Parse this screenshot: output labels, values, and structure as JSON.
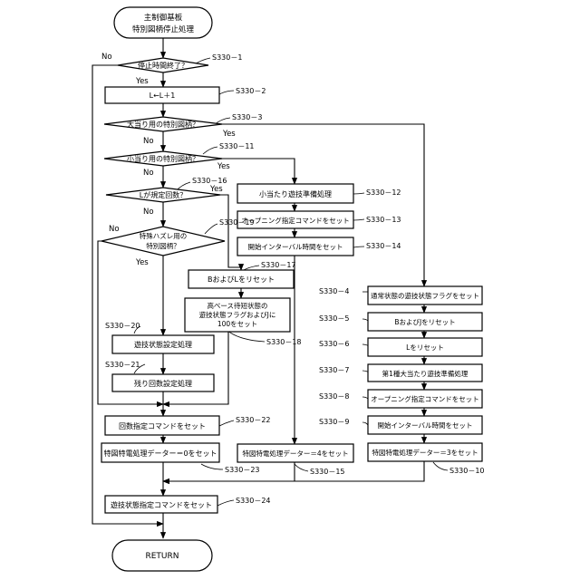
{
  "start": {
    "line1": "主制御基板",
    "line2": "特別図柄停止処理"
  },
  "end": {
    "label": "RETURN"
  },
  "branch": {
    "yes": "Yes",
    "no": "No"
  },
  "decisions": {
    "d1": {
      "text": "停止時間終了？",
      "step": "S330－1"
    },
    "d3": {
      "text": "大当り用の特別図柄？",
      "step": "S330－3"
    },
    "d11": {
      "text": "小当り用の特別図柄？",
      "step": "S330－11"
    },
    "d16": {
      "text": "Lが規定回数？",
      "step": "S330－16"
    },
    "d19": {
      "line1": "特殊ハズレ用の",
      "line2": "特別図柄？",
      "step": "S330－19"
    }
  },
  "processes": {
    "p2": {
      "text": "L←L＋1",
      "step": "S330－2"
    },
    "p12": {
      "text": "小当たり遊技準備処理",
      "step": "S330－12"
    },
    "p13": {
      "text": "オープニング指定コマンドをセット",
      "step": "S330－13"
    },
    "p14": {
      "text": "開始インターバル時間をセット",
      "step": "S330－14"
    },
    "p17": {
      "text": "BおよびLをリセット",
      "step": "S330－17"
    },
    "p18": {
      "line1": "高ベース待短状態の",
      "line2": "遊技状態フラグおよびJに",
      "line3": "100をセット",
      "step": "S330－18"
    },
    "p20": {
      "text": "遊技状態設定処理",
      "step": "S330－20"
    },
    "p21": {
      "text": "残り回数設定処理",
      "step": "S330－21"
    },
    "p22": {
      "text": "回数指定コマンドをセット",
      "step": "S330－22"
    },
    "p23": {
      "text": "特図特電処理データー＝0をセット",
      "step": "S330－23"
    },
    "p15": {
      "text": "特図特電処理データー＝4をセット",
      "step": "S330－15"
    },
    "p4": {
      "text": "通常状態の遊技状態フラグをセット",
      "step": "S330－4"
    },
    "p5": {
      "text": "BおよびJをリセット",
      "step": "S330－5"
    },
    "p6": {
      "text": "Lをリセット",
      "step": "S330－6"
    },
    "p7": {
      "text": "第1種大当たり遊技準備処理",
      "step": "S330－7"
    },
    "p8": {
      "text": "オープニング指定コマンドをセット",
      "step": "S330－8"
    },
    "p9": {
      "text": "開始インターバル時間をセット",
      "step": "S330－9"
    },
    "p10": {
      "text": "特図特電処理データー＝3をセット",
      "step": "S330－10"
    },
    "p24": {
      "text": "遊技状態指定コマンドをセット",
      "step": "S330－24"
    }
  }
}
